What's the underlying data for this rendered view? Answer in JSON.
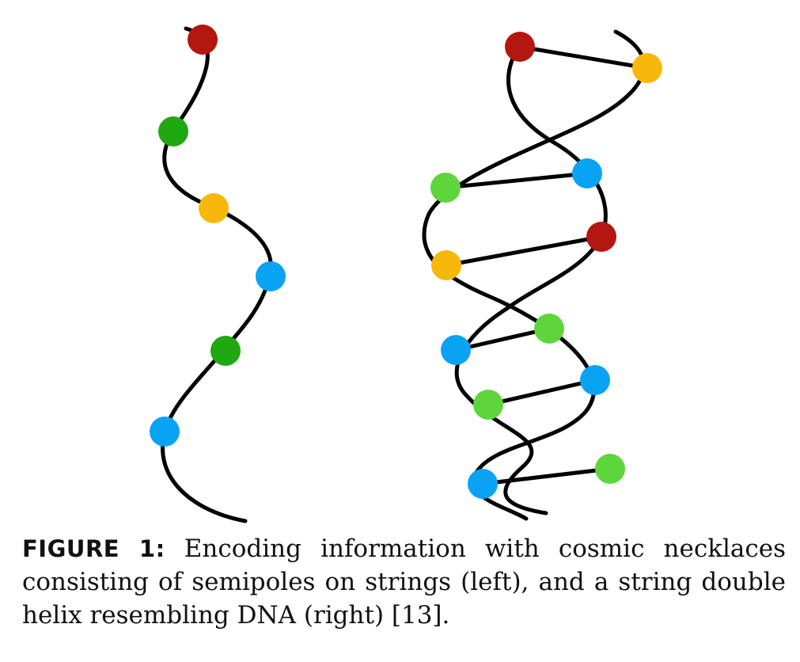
{
  "colors": {
    "red": "#b3170f",
    "green": "#1fa812",
    "light_green": "#5ed63b",
    "yellow": "#f6b90b",
    "blue": "#0aa3f4",
    "string": "#000000"
  },
  "left_necklace": {
    "beads": [
      "red",
      "green",
      "yellow",
      "blue",
      "green",
      "blue"
    ]
  },
  "double_helix": {
    "rungs": [
      [
        "red",
        "yellow"
      ],
      [
        "light_green",
        "blue"
      ],
      [
        "yellow",
        "red"
      ],
      [
        "blue",
        "light_green"
      ],
      [
        "light_green",
        "blue"
      ],
      [
        "blue",
        "light_green"
      ]
    ]
  },
  "caption": {
    "label": "FIGURE 1:",
    "text": "Encoding information with cosmic necklaces consisting of semipoles on strings (left), and a string double helix resembling DNA (right) [13]."
  }
}
